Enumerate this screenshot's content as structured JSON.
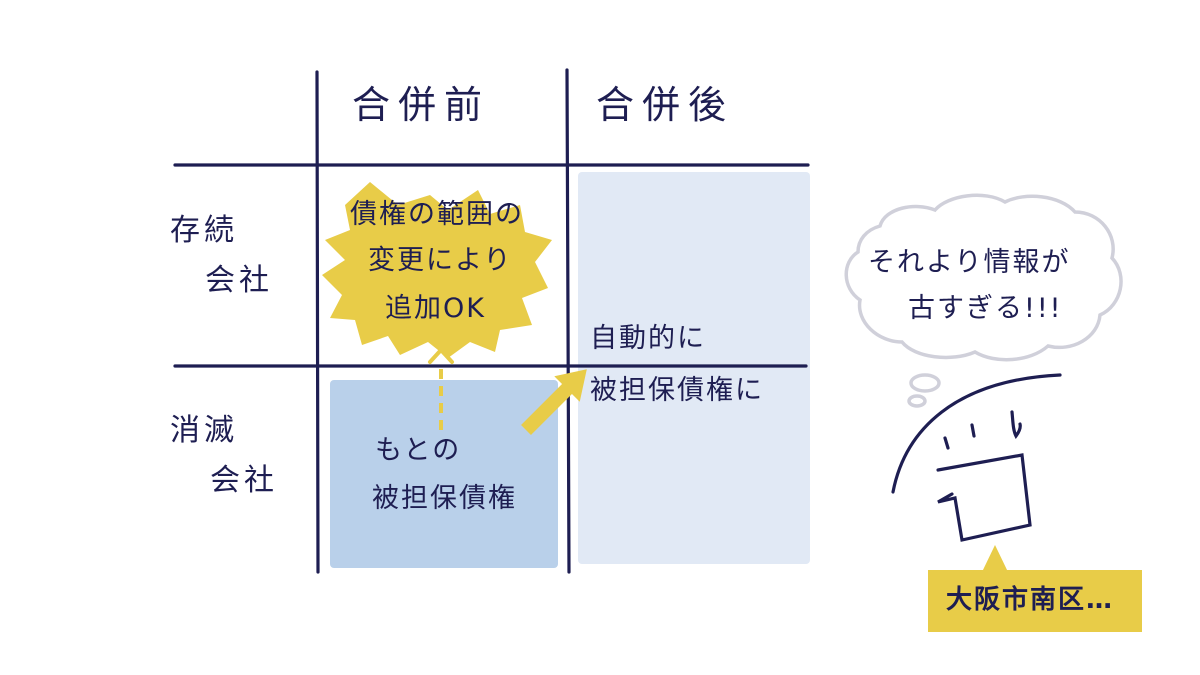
{
  "columns": {
    "before": "合併前",
    "after": "合併後"
  },
  "rows": {
    "surviving": {
      "line1": "存続",
      "line2": "会社"
    },
    "dissolving": {
      "line1": "消滅",
      "line2": "会社"
    }
  },
  "cells": {
    "burst": {
      "line1": "債権の範囲の",
      "line2": "変更により",
      "line3": "追加OK"
    },
    "original": {
      "line1": "もとの",
      "line2": "被担保債権"
    },
    "automatic": {
      "line1": "自動的に",
      "line2": "被担保債権に"
    }
  },
  "thought": {
    "line1": "それより情報が",
    "line2": "古すぎる!!!"
  },
  "note": {
    "text": "大阪市南区…"
  },
  "colors": {
    "ink": "#1e1e52",
    "burst": "#e8cc48",
    "original_cell": "#b9d0ea",
    "automatic_cell": "#e1e9f5",
    "note": "#e8cc48",
    "arrow": "#e8cc48",
    "cloud": "#d0d0da"
  }
}
